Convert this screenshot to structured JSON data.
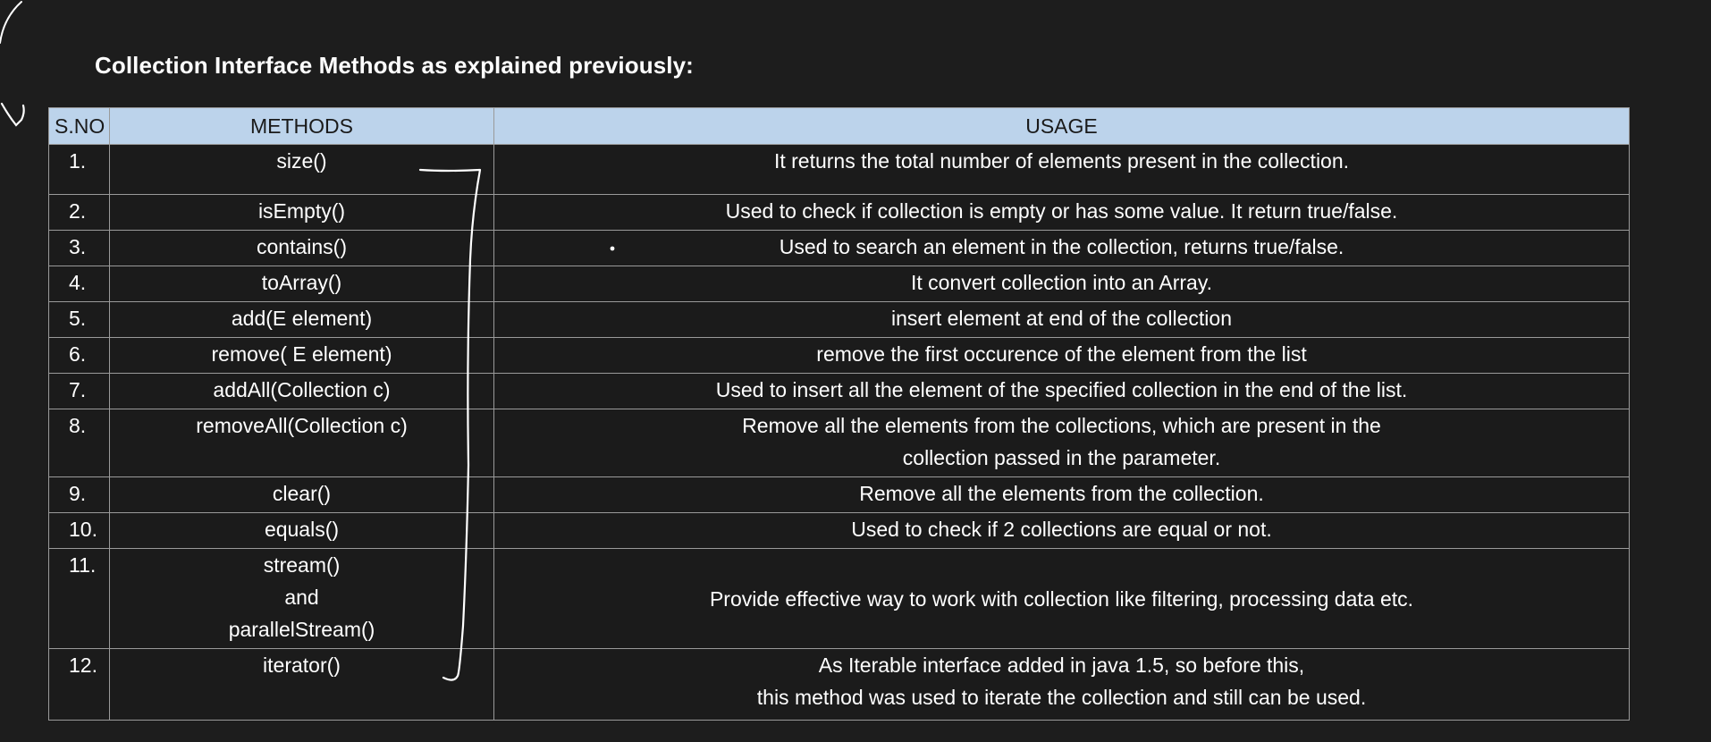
{
  "slide": {
    "title": "Collection Interface Methods as explained previously:"
  },
  "table": {
    "headers": {
      "sno": "S.NO",
      "methods": "METHODS",
      "usage": "USAGE"
    },
    "rows": [
      {
        "sno": "1.",
        "method": [
          "size()"
        ],
        "usage": [
          "It returns the total number of elements present in the collection."
        ]
      },
      {
        "sno": "2.",
        "method": [
          "isEmpty()"
        ],
        "usage": [
          "Used to check if collection is empty or has some value. It return true/false."
        ]
      },
      {
        "sno": "3.",
        "method": [
          "contains()"
        ],
        "usage": [
          "Used to search an element in the collection, returns true/false."
        ]
      },
      {
        "sno": "4.",
        "method": [
          "toArray()"
        ],
        "usage": [
          "It convert collection into an Array."
        ]
      },
      {
        "sno": "5.",
        "method": [
          "add(E element)"
        ],
        "usage": [
          "insert element at end of the collection"
        ]
      },
      {
        "sno": "6.",
        "method": [
          "remove( E element)"
        ],
        "usage": [
          "remove the first occurence of the element from the list"
        ]
      },
      {
        "sno": "7.",
        "method": [
          "addAll(Collection c)"
        ],
        "usage": [
          "Used to insert all the element of the specified collection in the end of the list."
        ]
      },
      {
        "sno": "8.",
        "method": [
          "removeAll(Collection c)"
        ],
        "usage": [
          "Remove all the elements from the collections, which are present in the",
          "collection passed in the parameter."
        ]
      },
      {
        "sno": "9.",
        "method": [
          "clear()"
        ],
        "usage": [
          "Remove all the elements from the collection."
        ]
      },
      {
        "sno": "10.",
        "method": [
          "equals()"
        ],
        "usage": [
          "Used to check if 2 collections are equal or not."
        ]
      },
      {
        "sno": "11.",
        "method": [
          "stream()",
          "and",
          "parallelStream()"
        ],
        "usage": [
          "Provide effective way to work with collection like filtering, processing data etc."
        ]
      },
      {
        "sno": "12.",
        "method": [
          "iterator()"
        ],
        "usage": [
          "As Iterable interface added in java 1.5, so before this,",
          "this method was used to iterate the collection and still can be used."
        ]
      }
    ]
  },
  "colors": {
    "background": "#1d1d1d",
    "header_fill": "#bcd3eb",
    "border": "#9a9a9a",
    "text": "#ffffff",
    "annotation_ink": "#ffffff"
  }
}
